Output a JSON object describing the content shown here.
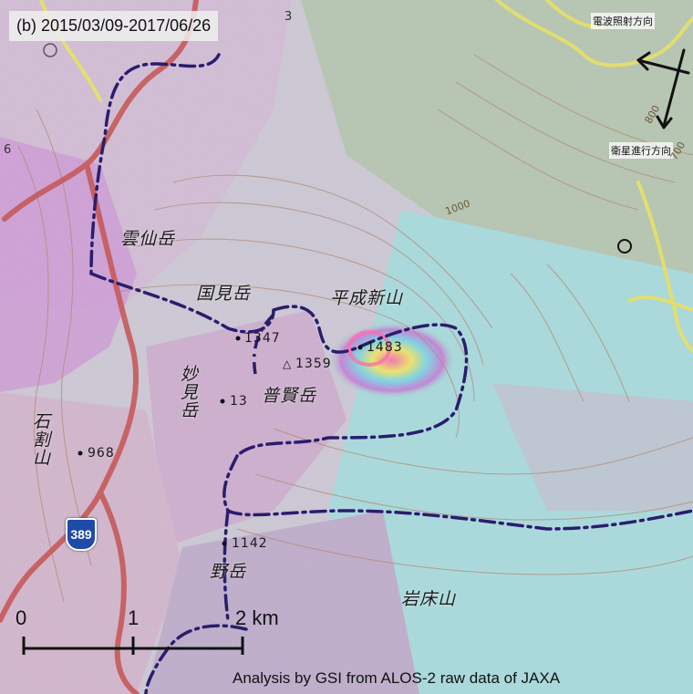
{
  "title": "(b) 2015/03/09-2017/06/26",
  "credit": "Analysis by GSI from ALOS-2 raw data of JAXA",
  "directions": {
    "radar_look": "電波照射方向",
    "satellite_heading": "衛星進行方向"
  },
  "places": {
    "unzendake": "雲仙岳",
    "kunimidake": "国見岳",
    "heiseishinzan": "平成新山",
    "fugendake": "普賢岳",
    "myokendake": "妙見岳",
    "ishiwarisan": "石割山",
    "nodake": "野岳",
    "iwatokosan": "岩床山"
  },
  "elevations": {
    "e1347": "1347",
    "e1483": "1483",
    "e1359": "1359",
    "e13xx": "13",
    "e968": "968",
    "e1142": "1142"
  },
  "contour_labels": {
    "c1000": "1000",
    "c800": "800",
    "c700": "700",
    "c3": "3",
    "c6": "6"
  },
  "route_number": "389",
  "scale": {
    "t0": "0",
    "t1": "1",
    "t2": "2 km"
  },
  "colors": {
    "boundary": "#2a1d6e",
    "road_red": "#c65a5a",
    "road_yellow": "#e5e06a",
    "route_shield": "#1f4aa8"
  }
}
